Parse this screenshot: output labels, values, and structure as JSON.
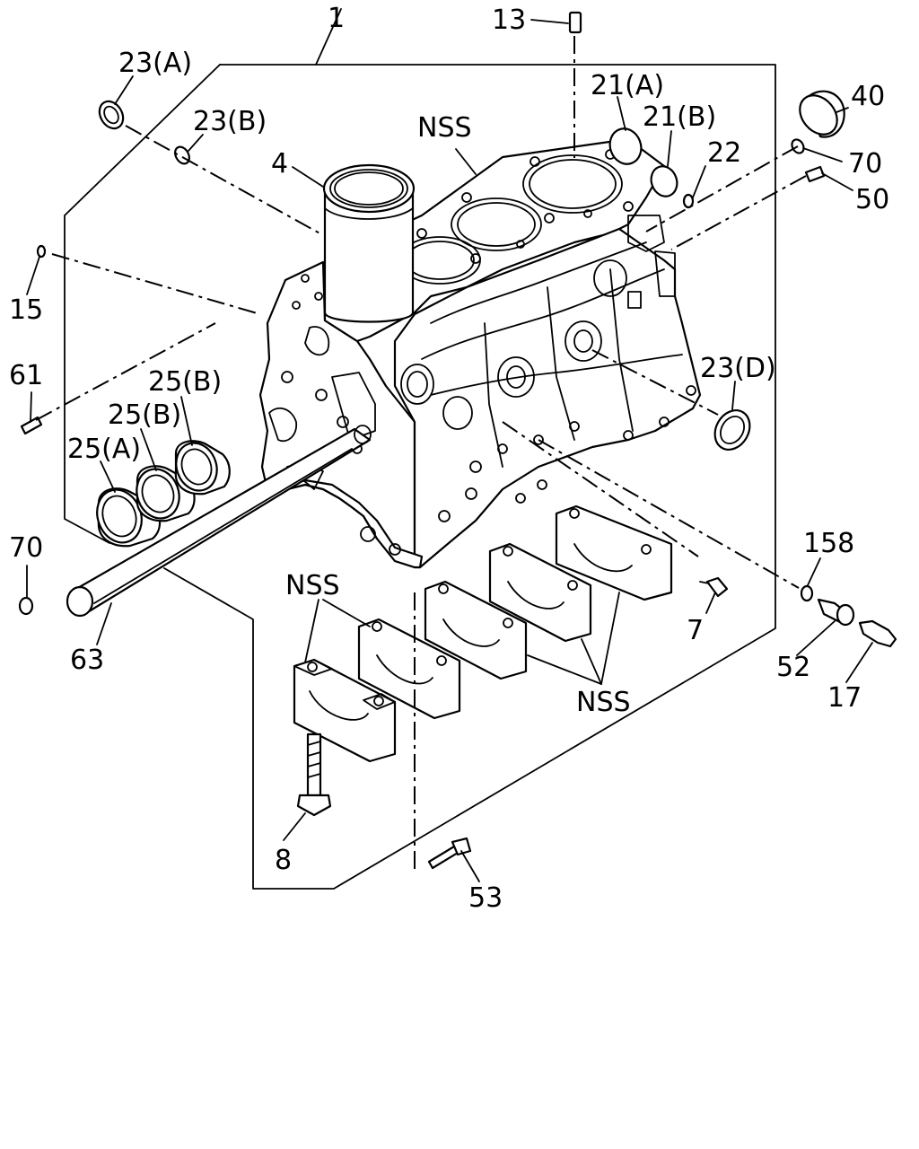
{
  "callouts": {
    "c1": "1",
    "c13": "13",
    "c23a": "23(A)",
    "c23b": "23(B)",
    "c21a": "21(A)",
    "c21b": "21(B)",
    "c40": "40",
    "c70_top": "70",
    "c22": "22",
    "c50": "50",
    "c4": "4",
    "nss_block": "NSS",
    "c15": "15",
    "c61": "61",
    "c25b_1": "25(B)",
    "c25b_2": "25(B)",
    "c25a": "25(A)",
    "c23d": "23(D)",
    "c70_left": "70",
    "c158": "158",
    "nss_caps_left": "NSS",
    "c7": "7",
    "c63": "63",
    "c52": "52",
    "c17": "17",
    "nss_caps_right": "NSS",
    "c8": "8",
    "c53": "53"
  }
}
